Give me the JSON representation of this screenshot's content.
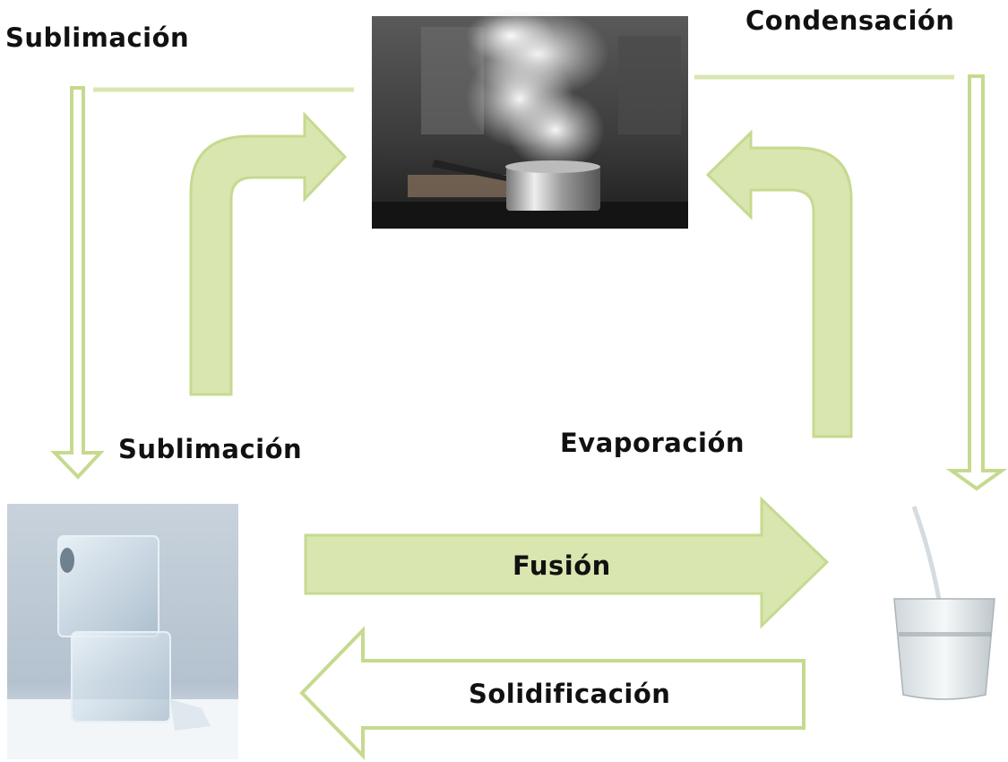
{
  "labels": {
    "sublimation_top": "Sublimación",
    "condensation": "Condensación",
    "sublimation_bottom": "Sublimación",
    "evaporation": "Evaporación",
    "fusion": "Fusión",
    "solidification": "Solidificación"
  },
  "images": {
    "gas": "boiling-pot-steam",
    "solid": "ice-cubes",
    "liquid": "glass-of-water"
  },
  "colors": {
    "arrow_fill": "#d9e6b0",
    "arrow_stroke": "#c6da8f",
    "outline_arrow_fill": "#ffffff",
    "text": "#111111"
  }
}
